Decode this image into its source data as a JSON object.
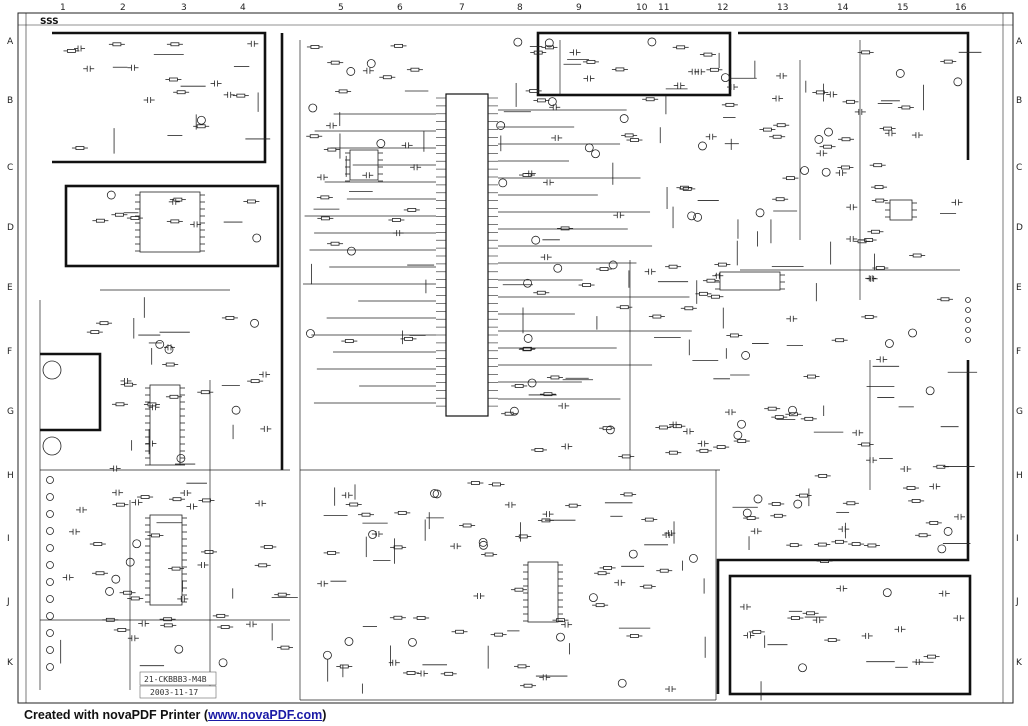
{
  "sheet": {
    "title": "SSS",
    "model_stamp": "21-CKBBB3-M4B",
    "date_stamp": "2003-11-17",
    "columns": [
      "1",
      "2",
      "3",
      "4",
      "5",
      "6",
      "7",
      "8",
      "9",
      "10",
      "11",
      "12",
      "13",
      "14",
      "15",
      "16"
    ],
    "rows": [
      "A",
      "B",
      "C",
      "D",
      "E",
      "F",
      "G",
      "H",
      "I",
      "J",
      "K"
    ]
  },
  "footer": {
    "prefix": "Created with novaPDF Printer (",
    "link": "www.novaPDF.com",
    "suffix": ")"
  }
}
